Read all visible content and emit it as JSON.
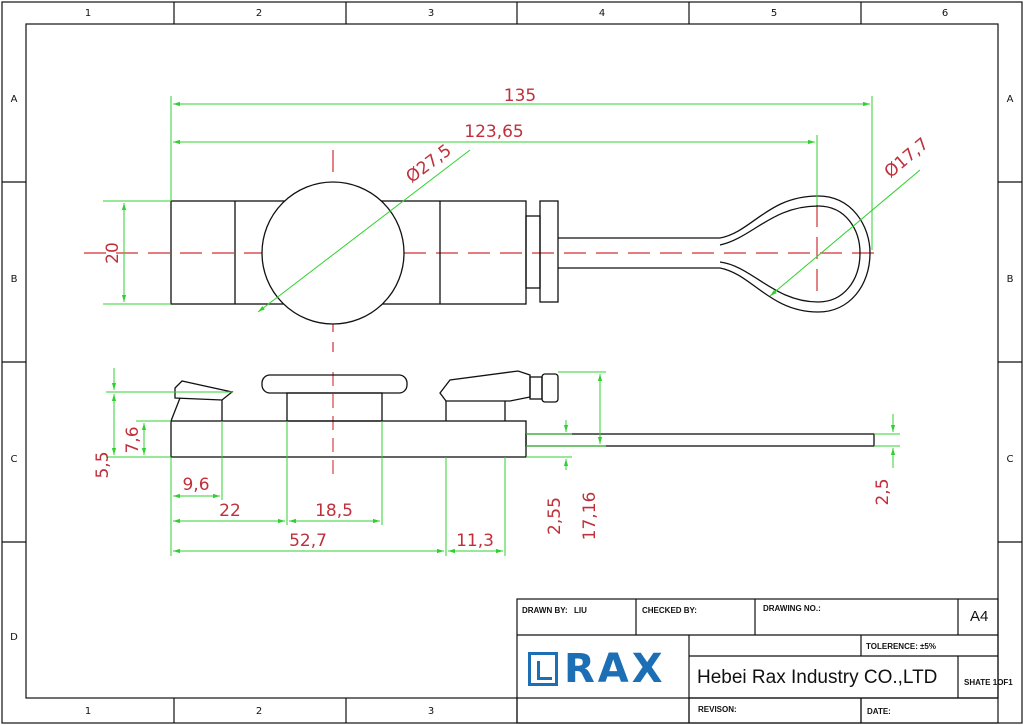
{
  "frame": {
    "columns": [
      "1",
      "2",
      "3",
      "4",
      "5",
      "6"
    ],
    "rows": [
      "A",
      "B",
      "C",
      "D"
    ]
  },
  "dimensions": {
    "overall_length": "135",
    "length_to_loop": "123,65",
    "body_diameter": "Ø27,5",
    "loop_diameter": "Ø17,7",
    "body_height": "20",
    "height_5_5": "5,5",
    "height_7_6": "7,6",
    "offset_9_6": "9,6",
    "offset_22": "22",
    "width_18_5": "18,5",
    "length_52_7": "52,7",
    "width_11_3": "11,3",
    "height_2_55": "2,55",
    "height_17_16": "17,16",
    "wire_2_5": "2,5"
  },
  "title_block": {
    "drawn_by_label": "DRAWN BY:",
    "drawn_by_value": "LIU",
    "checked_by_label": "CHECKED BY:",
    "drawing_no_label": "DRAWING NO.:",
    "sheet_size": "A4",
    "tolerance_label": "TOLERENCE:",
    "tolerance_value": "±5%",
    "logo_text": "RAX",
    "company": "Hebei Rax Industry CO.,LTD",
    "sheet": "SHATE 1OF1",
    "revision_label": "REVISON:",
    "date_label": "DATE:"
  },
  "colors": {
    "line": "#111111",
    "dimension": "#2fd12f",
    "centerline": "#d03030",
    "dim_text": "#c0303a",
    "logo": "#1d6fb5"
  }
}
